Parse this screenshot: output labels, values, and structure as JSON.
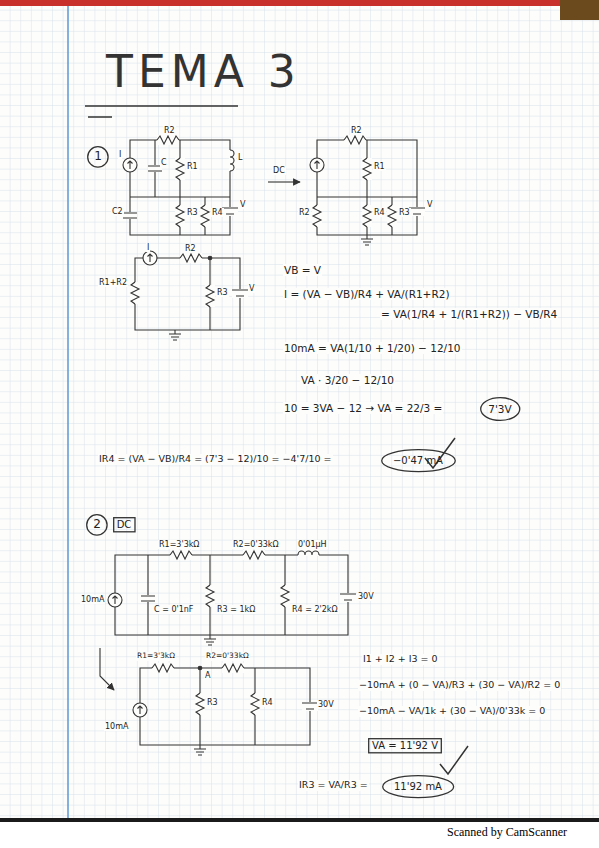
{
  "diagram": {
    "title": "TEMA 3",
    "nodes": [
      {
        "text": [
          "1"
        ]
      },
      {
        "text": [
          "7'3V"
        ]
      },
      {
        "text": [
          "−0'47 mA"
        ]
      },
      {
        "text": [
          "2"
        ]
      },
      {
        "text": [
          "DC"
        ]
      },
      {
        "text": [
          "VA = 11'92 V"
        ]
      },
      {
        "text": [
          "11'92 mA"
        ]
      }
    ],
    "labels": [
      "R2",
      "I",
      "C",
      "R1",
      "L",
      "C2",
      "R3",
      "R4",
      "V",
      "DC",
      "R2",
      "R1",
      "R2",
      "R4",
      "R3",
      "V",
      "R2",
      "I",
      "R1+R2",
      "R3",
      "V",
      "VB = V",
      "I = (VA − VB)/R4 + VA/(R1+R2)",
      "= VA(1/R4 + 1/(R1+R2)) − VB/R4",
      "10mA = VA(1/10 + 1/20) − 12/10",
      "VA · 3/20 − 12/10",
      "10 = 3VA − 12 → VA = 22/3 =",
      "IR4 = (VA − VB)/R4 = (7'3 − 12)/10 = −4'7/10 =",
      "R1=3'3kΩ",
      "R2=0'33kΩ",
      "0'01µH",
      "10mA",
      "C = 0'1nF",
      "R3 = 1kΩ",
      "R4 = 2'2kΩ",
      "30V",
      "R1=3'3kΩ",
      "R2=0'33kΩ",
      "A",
      "10mA",
      "R3",
      "R4",
      "30V",
      "I1 + I2 + I3 = 0",
      "−10mA + (0 − VA)/R3 + (30 − VA)/R2 = 0",
      "−10mA − VA/1k + (30 − VA)/0'33k = 0",
      "IR3 = VA/R3 =",
      "Scanned by CamScanner"
    ]
  }
}
